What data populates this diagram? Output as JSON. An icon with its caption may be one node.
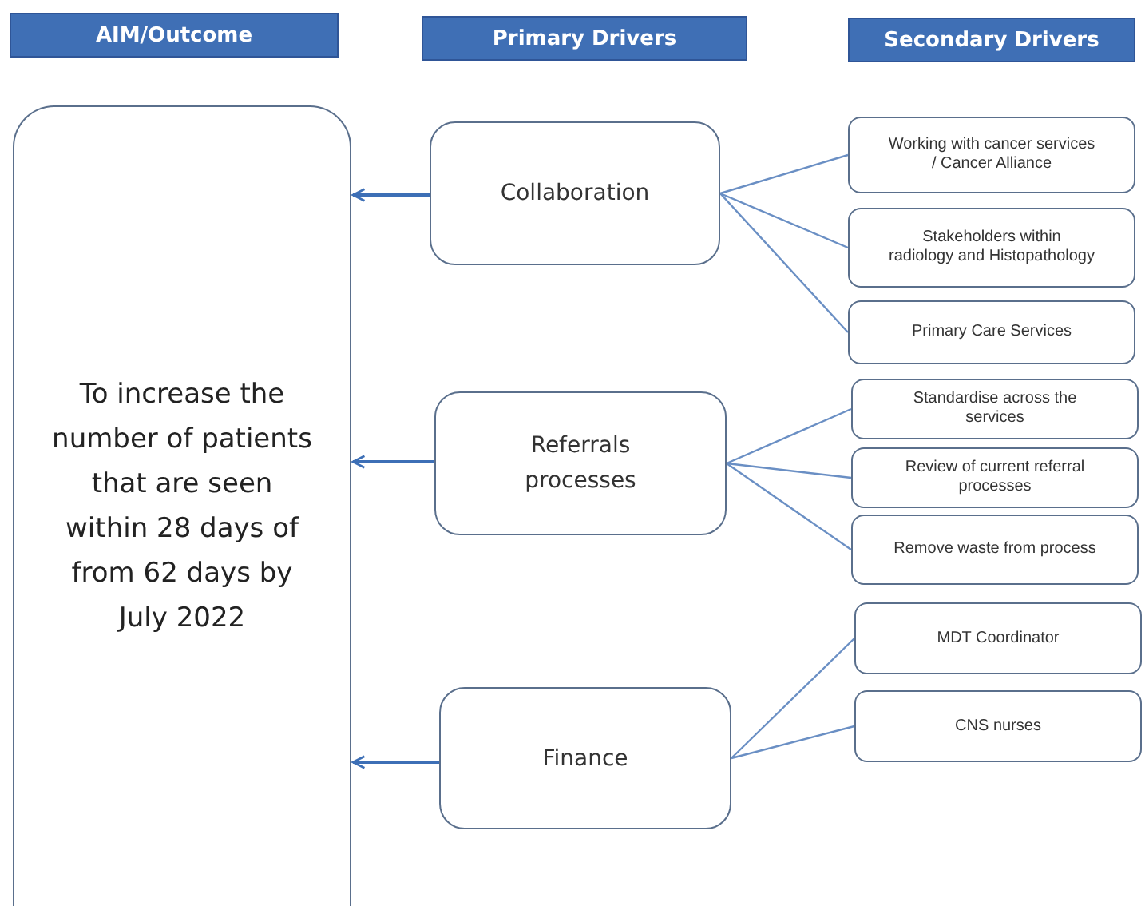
{
  "diagram": {
    "nodes": [
      {
        "text": [
          "AIM/Outcome"
        ]
      },
      {
        "text": [
          "Primary Drivers"
        ]
      },
      {
        "text": [
          "Secondary Drivers"
        ]
      },
      {
        "text": [
          "To increase the number of patients that are seen within 28 days of from 62 days by July 2022"
        ]
      },
      {
        "text": [
          "Collaboration"
        ]
      },
      {
        "text": [
          "Referrals processes"
        ]
      },
      {
        "text": [
          "Finance"
        ]
      },
      {
        "text": [
          "Working with cancer services / Cancer Alliance"
        ]
      },
      {
        "text": [
          "Stakeholders within radiology and Histopathology"
        ]
      },
      {
        "text": [
          "Primary Care Services"
        ]
      },
      {
        "text": [
          "Standardise across the services"
        ]
      },
      {
        "text": [
          "Review of current referral processes"
        ]
      },
      {
        "text": [
          "Remove waste from process"
        ]
      },
      {
        "text": [
          "MDT Coordinator"
        ]
      },
      {
        "text": [
          "CNS nurses"
        ]
      }
    ],
    "edges": [
      {
        "from": 4,
        "to": 3,
        "arrow": "to"
      },
      {
        "from": 5,
        "to": 3,
        "arrow": "to"
      },
      {
        "from": 6,
        "to": 3,
        "arrow": "to"
      },
      {
        "from": 4,
        "to": 7,
        "arrow": "none"
      },
      {
        "from": 4,
        "to": 8,
        "arrow": "none"
      },
      {
        "from": 4,
        "to": 9,
        "arrow": "none"
      },
      {
        "from": 5,
        "to": 10,
        "arrow": "none"
      },
      {
        "from": 5,
        "to": 11,
        "arrow": "none"
      },
      {
        "from": 5,
        "to": 12,
        "arrow": "none"
      },
      {
        "from": 6,
        "to": 13,
        "arrow": "none"
      },
      {
        "from": 6,
        "to": 14,
        "arrow": "none"
      }
    ]
  }
}
